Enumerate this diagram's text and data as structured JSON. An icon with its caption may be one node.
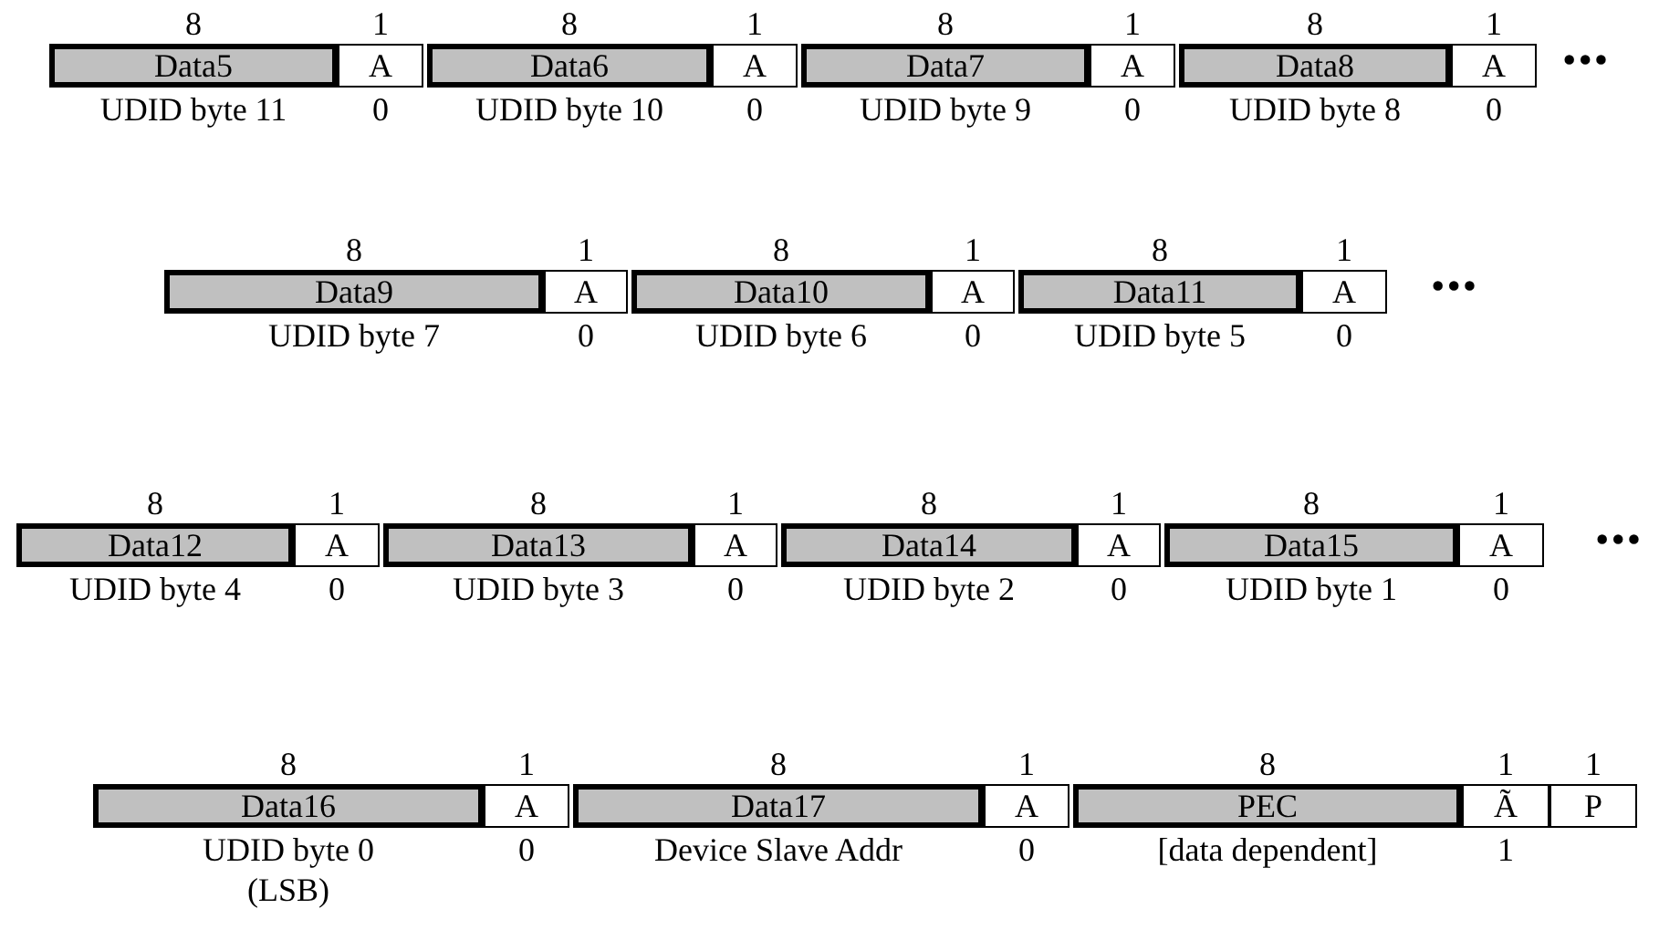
{
  "diagram": {
    "nodes": [
      {
        "text": [
          "Data5"
        ],
        "beside": [
          "8",
          "UDID byte 11"
        ]
      },
      {
        "text": [
          "A"
        ],
        "beside": [
          "1",
          "0"
        ]
      },
      {
        "text": [
          "Data6"
        ],
        "beside": [
          "8",
          "UDID byte 10"
        ]
      },
      {
        "text": [
          "A"
        ],
        "beside": [
          "1",
          "0"
        ]
      },
      {
        "text": [
          "Data7"
        ],
        "beside": [
          "8",
          "UDID byte 9"
        ]
      },
      {
        "text": [
          "A"
        ],
        "beside": [
          "1",
          "0"
        ]
      },
      {
        "text": [
          "Data8"
        ],
        "beside": [
          "8",
          "UDID byte 8"
        ]
      },
      {
        "text": [
          "A"
        ],
        "beside": [
          "1",
          "0"
        ]
      },
      {
        "text": [
          "Data9"
        ],
        "beside": [
          "8",
          "UDID byte 7"
        ]
      },
      {
        "text": [
          "A"
        ],
        "beside": [
          "1",
          "0"
        ]
      },
      {
        "text": [
          "Data10"
        ],
        "beside": [
          "8",
          "UDID byte 6"
        ]
      },
      {
        "text": [
          "A"
        ],
        "beside": [
          "1",
          "0"
        ]
      },
      {
        "text": [
          "Data11"
        ],
        "beside": [
          "8",
          "UDID byte 5"
        ]
      },
      {
        "text": [
          "A"
        ],
        "beside": [
          "1",
          "0"
        ]
      },
      {
        "text": [
          "Data12"
        ],
        "beside": [
          "8",
          "UDID byte 4"
        ]
      },
      {
        "text": [
          "A"
        ],
        "beside": [
          "1",
          "0"
        ]
      },
      {
        "text": [
          "Data13"
        ],
        "beside": [
          "8",
          "UDID byte 3"
        ]
      },
      {
        "text": [
          "A"
        ],
        "beside": [
          "1",
          "0"
        ]
      },
      {
        "text": [
          "Data14"
        ],
        "beside": [
          "8",
          "UDID byte 2"
        ]
      },
      {
        "text": [
          "A"
        ],
        "beside": [
          "1",
          "0"
        ]
      },
      {
        "text": [
          "Data15"
        ],
        "beside": [
          "8",
          "UDID byte 1"
        ]
      },
      {
        "text": [
          "A"
        ],
        "beside": [
          "1",
          "0"
        ]
      },
      {
        "text": [
          "Data16"
        ],
        "beside": [
          "8",
          "UDID byte 0 (LSB)"
        ]
      },
      {
        "text": [
          "A"
        ],
        "beside": [
          "1",
          "0"
        ]
      },
      {
        "text": [
          "Data17"
        ],
        "beside": [
          "8",
          "Device Slave Addr"
        ]
      },
      {
        "text": [
          "A"
        ],
        "beside": [
          "1",
          "0"
        ]
      },
      {
        "text": [
          "PEC"
        ],
        "beside": [
          "8",
          "[data dependent]"
        ]
      },
      {
        "text": [
          "Ã"
        ],
        "beside": [
          "1",
          "1"
        ]
      },
      {
        "text": [
          "P"
        ],
        "beside": [
          "1"
        ]
      }
    ],
    "labels": [
      "•••",
      "•••",
      "•••"
    ]
  }
}
